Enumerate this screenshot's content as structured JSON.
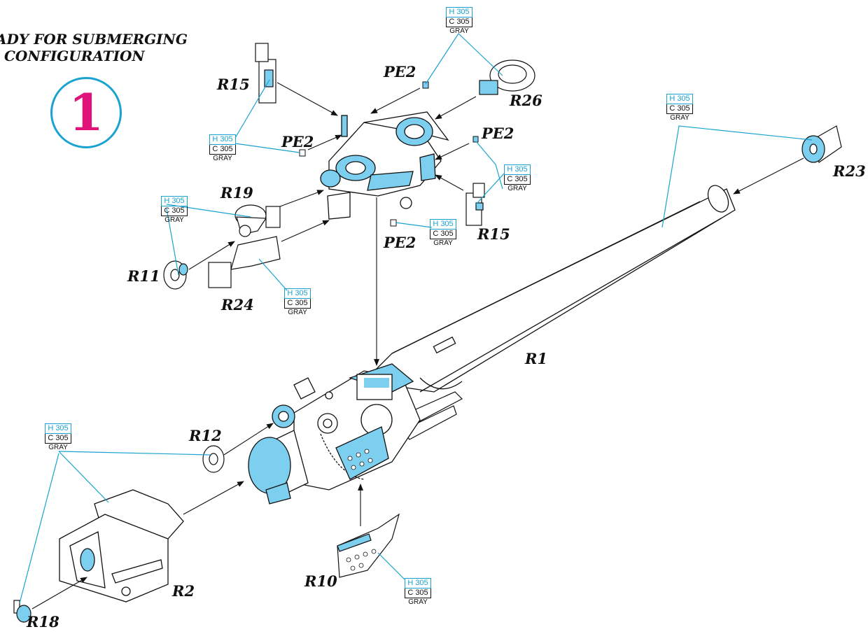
{
  "title": {
    "line1": "ADY FOR SUBMERGING",
    "line2": "CONFIGURATION"
  },
  "step_number": "1",
  "paint_code": {
    "h": "H 305",
    "c": "C 305",
    "name": "GRAY"
  },
  "parts": {
    "r15_top": "R15",
    "pe2_top": "PE2",
    "r26": "R26",
    "pe2_mid": "PE2",
    "pe2_right": "PE2",
    "r23": "R23",
    "r19": "R19",
    "r15_right": "R15",
    "pe2_low": "PE2",
    "r11": "R11",
    "r24": "R24",
    "r1": "R1",
    "r12": "R12",
    "r2": "R2",
    "r10": "R10",
    "r18": "R18"
  },
  "colors": {
    "accent": "#1aa3d0",
    "fill": "#7ccfee",
    "step_number": "#e0137a"
  }
}
